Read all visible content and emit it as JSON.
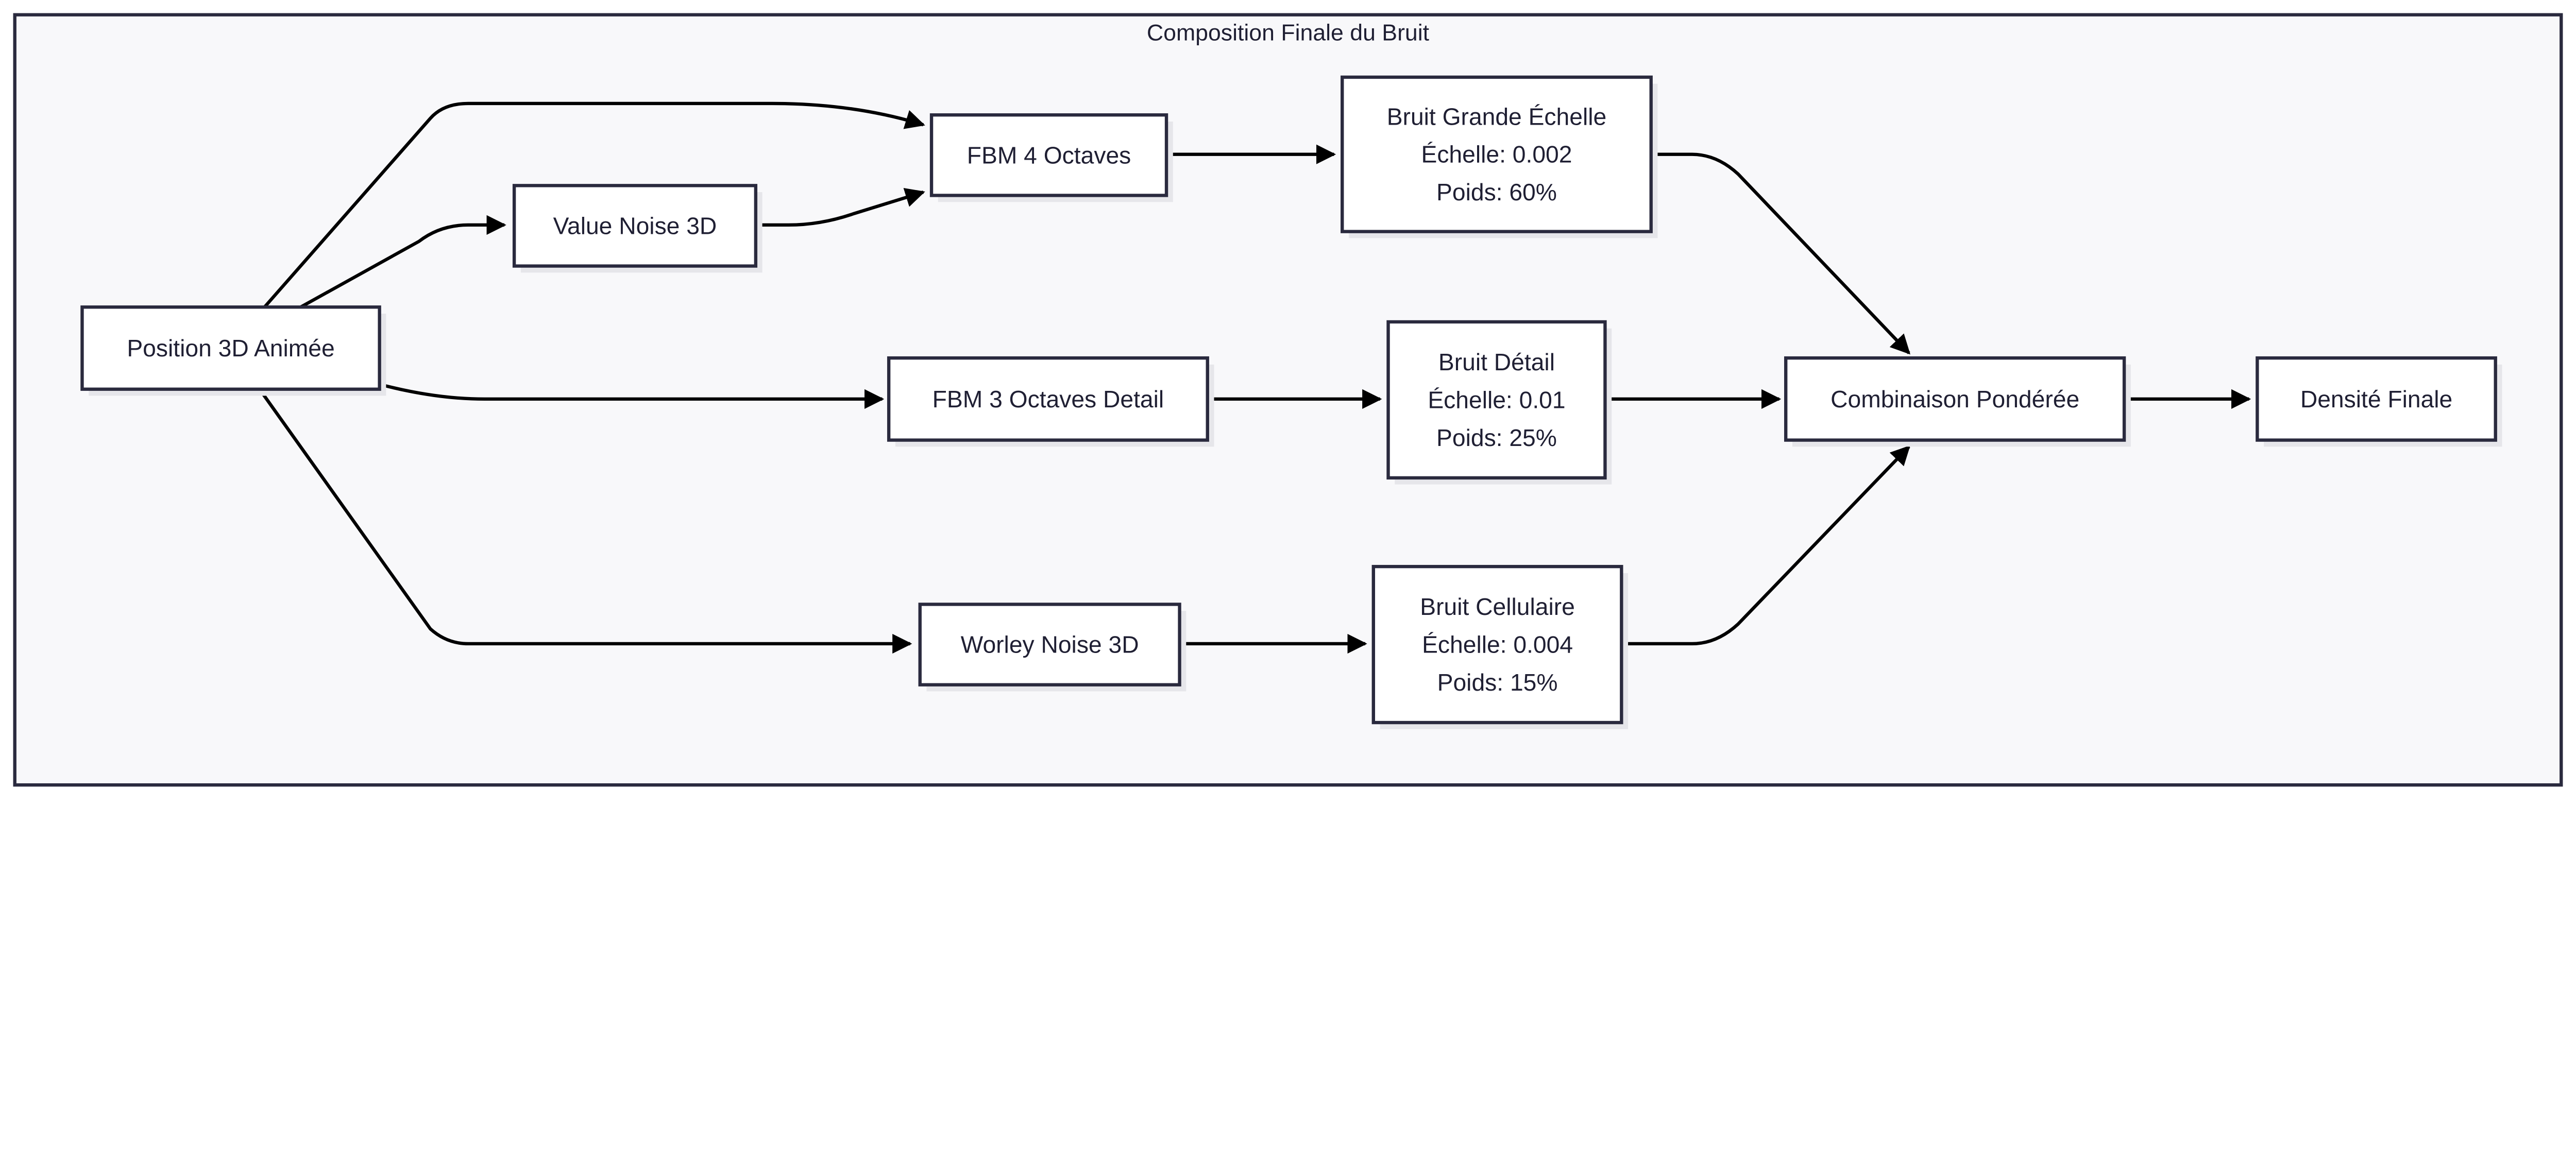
{
  "cluster": {
    "title": "Composition Finale du Bruit"
  },
  "colors": {
    "background": "#f8f8fa",
    "border": "#2a2a3e",
    "node_fill": "#ffffff",
    "edge": "#000000"
  },
  "nodes": {
    "position": {
      "lines": [
        "Position 3D Animée"
      ]
    },
    "value_noise": {
      "lines": [
        "Value Noise 3D"
      ]
    },
    "fbm4": {
      "lines": [
        "FBM 4 Octaves"
      ]
    },
    "grande": {
      "lines": [
        "Bruit Grande Échelle",
        "Échelle: 0.002",
        "Poids: 60%"
      ]
    },
    "fbm3": {
      "lines": [
        "FBM 3 Octaves Detail"
      ]
    },
    "detail": {
      "lines": [
        "Bruit Détail",
        "Échelle: 0.01",
        "Poids: 25%"
      ]
    },
    "worley": {
      "lines": [
        "Worley Noise 3D"
      ]
    },
    "cellulaire": {
      "lines": [
        "Bruit Cellulaire",
        "Échelle: 0.004",
        "Poids: 15%"
      ]
    },
    "combinaison": {
      "lines": [
        "Combinaison Pondérée"
      ]
    },
    "densite": {
      "lines": [
        "Densité Finale"
      ]
    }
  },
  "edges": [
    {
      "from": "position",
      "to": "fbm4"
    },
    {
      "from": "position",
      "to": "value_noise"
    },
    {
      "from": "value_noise",
      "to": "fbm4"
    },
    {
      "from": "position",
      "to": "fbm3"
    },
    {
      "from": "position",
      "to": "worley"
    },
    {
      "from": "fbm4",
      "to": "grande"
    },
    {
      "from": "fbm3",
      "to": "detail"
    },
    {
      "from": "worley",
      "to": "cellulaire"
    },
    {
      "from": "grande",
      "to": "combinaison"
    },
    {
      "from": "detail",
      "to": "combinaison"
    },
    {
      "from": "cellulaire",
      "to": "combinaison"
    },
    {
      "from": "combinaison",
      "to": "densite"
    }
  ]
}
